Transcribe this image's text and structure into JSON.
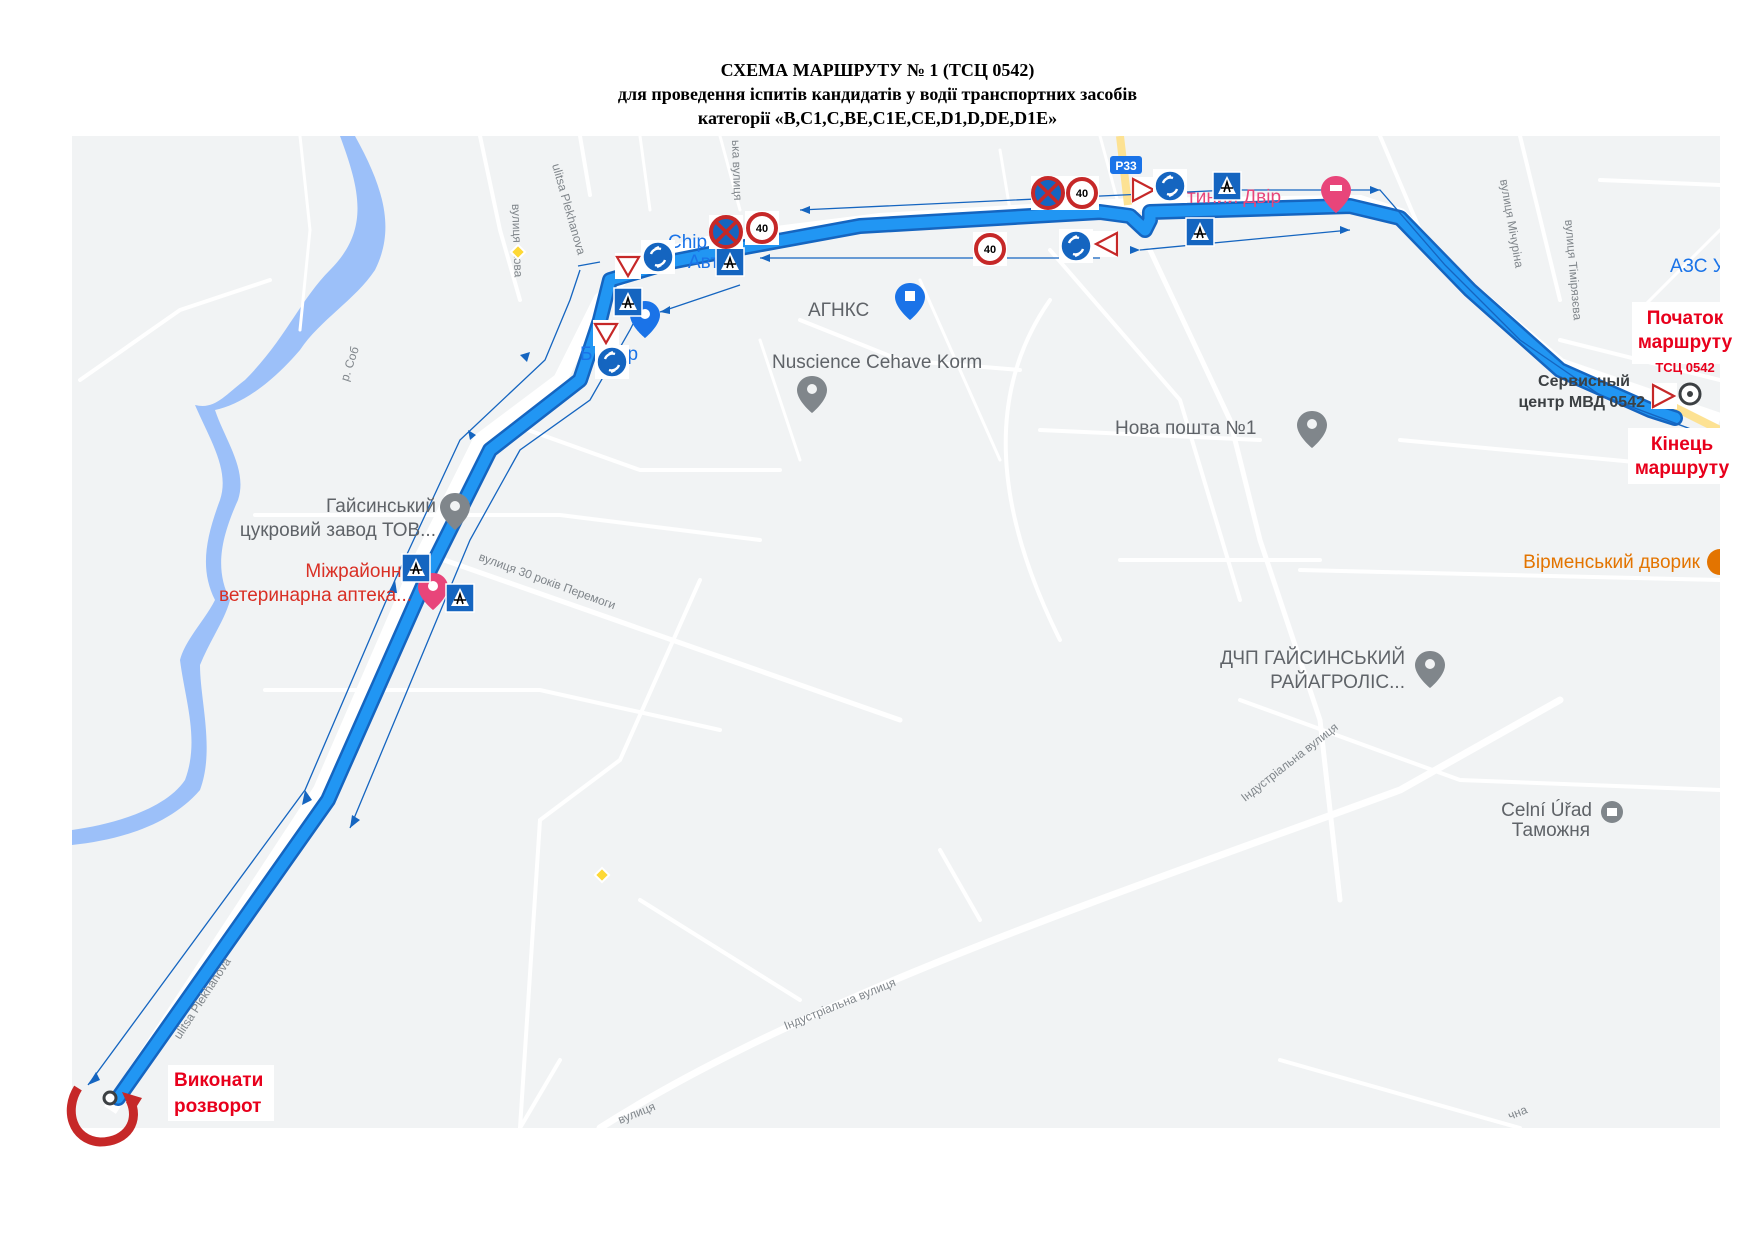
{
  "header": {
    "title_line1": "СХЕМА МАРШРУТУ № 1 (ТСЦ 0542)",
    "title_line2": "для проведення іспитів кандидатів у водії транспортних засобів",
    "title_line3": "категорії  «B,C1,C,BE,C1E,CE,D1,D,DE,D1E»"
  },
  "map": {
    "pois": [
      {
        "name": "hysyn-sugar-factory",
        "line1": "Гайсинський",
        "line2": "цукровий завод ТОВ...",
        "style": "dark"
      },
      {
        "name": "vet-pharmacy",
        "line1": "Міжрайонна",
        "line2": "ветеринарна аптека...",
        "style": "red"
      },
      {
        "name": "agnks",
        "line1": "АГНКС",
        "style": "dark"
      },
      {
        "name": "nuscience",
        "line1": "Nuscience Cehave Korm",
        "style": "dark"
      },
      {
        "name": "nova-poshta",
        "line1": "Нова пошта №1",
        "style": "dark"
      },
      {
        "name": "service-center",
        "line1": "Сервисный",
        "line2": "центр МВД 0542",
        "style": "dark"
      },
      {
        "name": "virmenskyi-dvoryk",
        "line1": "Вірменський дворик",
        "style": "orange"
      },
      {
        "name": "dchp",
        "line1": "ДЧП ГАЙСИНСЬКИЙ",
        "line2": "РАЙАГРОЛІС...",
        "style": "dark"
      },
      {
        "name": "celni-urad",
        "line1": "Celní Úřad",
        "line2": "Таможня",
        "style": "dark"
      },
      {
        "name": "azs",
        "line1": "АЗС У",
        "style": "blue"
      },
      {
        "name": "dvir",
        "line1": "тиний Двір",
        "style": "pink"
      },
      {
        "name": "chip",
        "line1": "Chip",
        "style": "blue"
      },
      {
        "name": "avto",
        "line1": "Авто",
        "style": "blue"
      },
      {
        "name": "centr",
        "line1": "Б   ентр",
        "style": "blue"
      }
    ],
    "streets": [
      {
        "name": "ulitsa-plekhanova-label",
        "text": "ulitsa Plekhanova"
      },
      {
        "name": "ulitsa-plekhanova-top",
        "text": "ulitsa Plekhanova"
      },
      {
        "name": "vulytsia-30-rokiv",
        "text": "вулиця 30 років Перемоги"
      },
      {
        "name": "industrialna-1",
        "text": "Індустріальна вулиця"
      },
      {
        "name": "industrialna-2",
        "text": "Індустріальна вулиця"
      },
      {
        "name": "michurina",
        "text": "вулиця Мічуріна"
      },
      {
        "name": "timiriazeva",
        "text": "вулиця Тімірязєва"
      },
      {
        "name": "vulytsia-chkova",
        "text": "вулиця   чкова"
      },
      {
        "name": "vulytsia-ka",
        "text": "ька вулиця"
      },
      {
        "name": "river-sob",
        "text": "р. Соб"
      },
      {
        "name": "vulytsia-bottom",
        "text": "вулиця"
      },
      {
        "name": "vulytsia-bottom2",
        "text": "чна"
      }
    ],
    "road_badge": "Р33",
    "speed_limit": "40",
    "route_labels": {
      "start_line1": "Початок",
      "start_line2": "маршруту",
      "start_code": "ТСЦ 0542",
      "end_line1": "Кінець",
      "end_line2": "маршруту",
      "uturn_line1": "Виконати",
      "uturn_line2": "розворот"
    },
    "colors": {
      "route": "#2196f3",
      "route_outline": "#1565c0",
      "map_bg": "#f1f3f4",
      "water": "#9cc0f9",
      "road": "#ffffff"
    }
  }
}
